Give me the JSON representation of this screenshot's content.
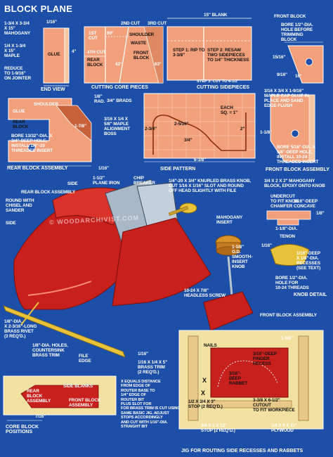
{
  "title": "BLOCK PLANE",
  "sections": {
    "end_view": "END VIEW",
    "cutting_core": "CUTTING CORE PIECES",
    "cutting_sides": "CUTTING SIDEPIECES",
    "rear_block": "REAR BLOCK ASSEMBLY",
    "side_pattern": "SIDE PATTERN",
    "front_block": "FRONT BLOCK ASSEMBLY",
    "knob_detail": "KNOB DETAIL",
    "core_block": "CORE BLOCK\nPOSITIONS",
    "jig": "JIG FOR ROUTING SIDE RECESSES AND RABBETS"
  },
  "labels": {
    "mahogany": "1-3/4 X 3-3/4\nX 15\"\nMAHOGANY",
    "maple": "1/4 X 1-3/4\nX 15\"\nMAPLE",
    "reduce": "REDUCE\nTO 1-9/16\"\nON JOINTER",
    "glue_end": "GLUE",
    "dim_4": "4\"",
    "dim_1_16_top": "1/16\"",
    "cut_1st": "1ST\nCUT",
    "cut_2nd": "2ND CUT",
    "cut_3rd": "3RD CUT",
    "cut_4th": "4TH CUT",
    "ang_90": "90°",
    "shoulder": "SHOULDER",
    "waste": "WASTE",
    "rear_block_lbl": "REAR\nBLOCK",
    "front_block_lbl": "FRONT\nBLOCK",
    "ang_42": "42°",
    "ang_63": "63°",
    "blank_15": "15\" BLANK",
    "step1": "STEP 1: RIP TO\n3-3/8\"",
    "step2": "STEP 2: RESAW\nTWO SIDEPIECES\nTO 1/4\" THICKNESS",
    "step3": "STEP 3: CUT TO 6-1/2\"",
    "front_block_top": "FRONT BLOCK",
    "bore_1_2": "BORE 1/2\"-DIA.\nHOLE BEFORE\nTRIMMING\nBLOCK",
    "dim_15_16": "15/16\"",
    "dim_9_16": "9/16\"",
    "dim_16": "16°",
    "maple_cap": "3/16 X 3/4 X 1-9/16\"\nMAPLE CAP GLUE IN\nPLACE AND SAND\nEDGE FLUSH",
    "shoulder2": "SHOULDER",
    "glue2": "GLUE",
    "rear_block2": "REAR\nBLOCK",
    "dim_1_7_8": "1-7/8\"",
    "bore_13_32": "BORE 13/32\"-DIA. X\n3/4\"-DEEP HOLE,\nINSTALL 1/4\"-20\nTHREADED INSERT",
    "brads": "3/4\" BRADS",
    "rad_1_8": "1/8\"\nRAD.",
    "maple_boss": "3/16 X 1/4 X\n5/8\" MAPLE\nALIGNMENT\nBOSS",
    "dim_2_5_16": "2-5/16\"",
    "dim_2_3_4": "2-3/4\"",
    "dim_3_4": "3/4\"",
    "dim_2": "2\"",
    "dim_6_1_8": "6-1/8\"",
    "each_sq": "EACH\nSQ. = 1\"",
    "dim_1_1_8": "1-1/8\"",
    "bore_5_16": "BORE 5/16\"-DIA. X\n5/8\"-DEEP HOLE,\nINSTALL 10-24\nTHREADED INSERT",
    "dim_1_16_rear": "1/16\"",
    "side": "SIDE",
    "plane_iron": "1-1/2\"\nPLANE IRON",
    "chip_breaker": "CHIP\nBREAKER",
    "knurled": "1/4\"-20 X 3/4\" KNURLED BRASS KNOB,\nCUT 1/16 X 1/16\" SLOT AND ROUND\nOFF HEAD SLIGHTLY WITH FILE",
    "mahogany_block": "3/4 X 2 X 2\" MAHOGANY\nBLOCK, EPOXY ONTO KNOB",
    "rear_block_asm": "REAR BLOCK ASSEMBLY",
    "round_chisel": "ROUND WITH\nCHISEL AND\nSANDER",
    "side2": "SIDE",
    "mahogany_insert": "MAHOGANY\nINSERT",
    "undercut": "UNDERCUT\nTO FIT KNOB\nCHAMFER",
    "dim_1_16_deep": "1/16\"-DEEP\nCONCAVE",
    "dim_1_8": "1/8\"",
    "dim_1_1_8_dia": "1-1/8\"-DIA.",
    "tenon": "TENON",
    "dim_1_16_knob": "1/16\"",
    "od": "1-1/8\"\nO.D.\nSMOOTH-\nINSERT\nKNOB",
    "bore_1_16_deep": "1/16\"-DEEP\nX 1/8\"-DIA.\nRECESSES\n(SEE TEXT)",
    "bore_10_24": "BORE 1/2\"-DIA.\nHOLE FOR\n10-24 THREADS",
    "headless": "10-24 X 7/8\"\nHEADLESS SCREW",
    "front_block_asm": "FRONT BLOCK ASSEMBLY",
    "brass_rivet": "1/8\"-DIA.\nX 2-3/16\"-LONG\nBRASS RIVET\n(3 REQ'D.)",
    "countersink": "1/8\"-DIA. HOLES,\nCOUNTERSINK\nBRASS TRIM",
    "file_edge": "FILE\nEDGE",
    "brass_trim": "1/16 X 1/4 X 5\"\nBRASS TRIM\n(2 REQ'D.)",
    "dim_1_16_b": "1/16\"",
    "side_blanks": "SIDE BLANKS",
    "rear_block_asm2": "REAR\nBLOCK\nASSEMBLY",
    "front_block_asm2": "FRONT BLOCK\nASSEMBLY",
    "dim_7_16": "7/16\"",
    "x_equals": "X EQUALS DISTANCE\nFROM EDGE OF\nROUTER BASE TO\n1/4\" EDGE OF\nROUTER BIT\nPLUS SLOT FOR\nFOR BRASS TRIM IS CUT USING\nSAME BASIC JIG. ADJUST\nSTOPS ACCORDINGLY\nAND CUT WITH 1/16\"-DIA.\nSTRAIGHT BIT",
    "nails": "NAILS",
    "dim_1_5_8": "1-5/8\"",
    "finger_recess": "3/16\"-DEEP\nFINGER\nRECESS",
    "dim_3_16_deep": "3/16\"-\nDEEP\nRABBET",
    "stop_1_2": "1/2 X 3/4 X 3\"\nSTOP (2 REQ'D.)",
    "cutout": "3-3/8 X 6-1/2\"\nCUTOUT\nTO FIT WORKPIECE",
    "stop_3_4": "3/4 X 1 X 12\"\nSTOP (2 REQ'D.)",
    "plywood": "1/4 X 9 X 11\"\nPLYWOOD",
    "x_mark": "X",
    "x_mark2": "X",
    "watermark": "© WOODARCHIVIST.COM"
  },
  "colors": {
    "background": "#1d4fa8",
    "wood": "#f2a07b",
    "wood_dark": "#c8603a",
    "plane_red": "#c8201c",
    "steel": "#a9b7c6",
    "brass": "#e8c23a",
    "panel_yellow": "#f3e1a2",
    "line": "#ffffff"
  }
}
